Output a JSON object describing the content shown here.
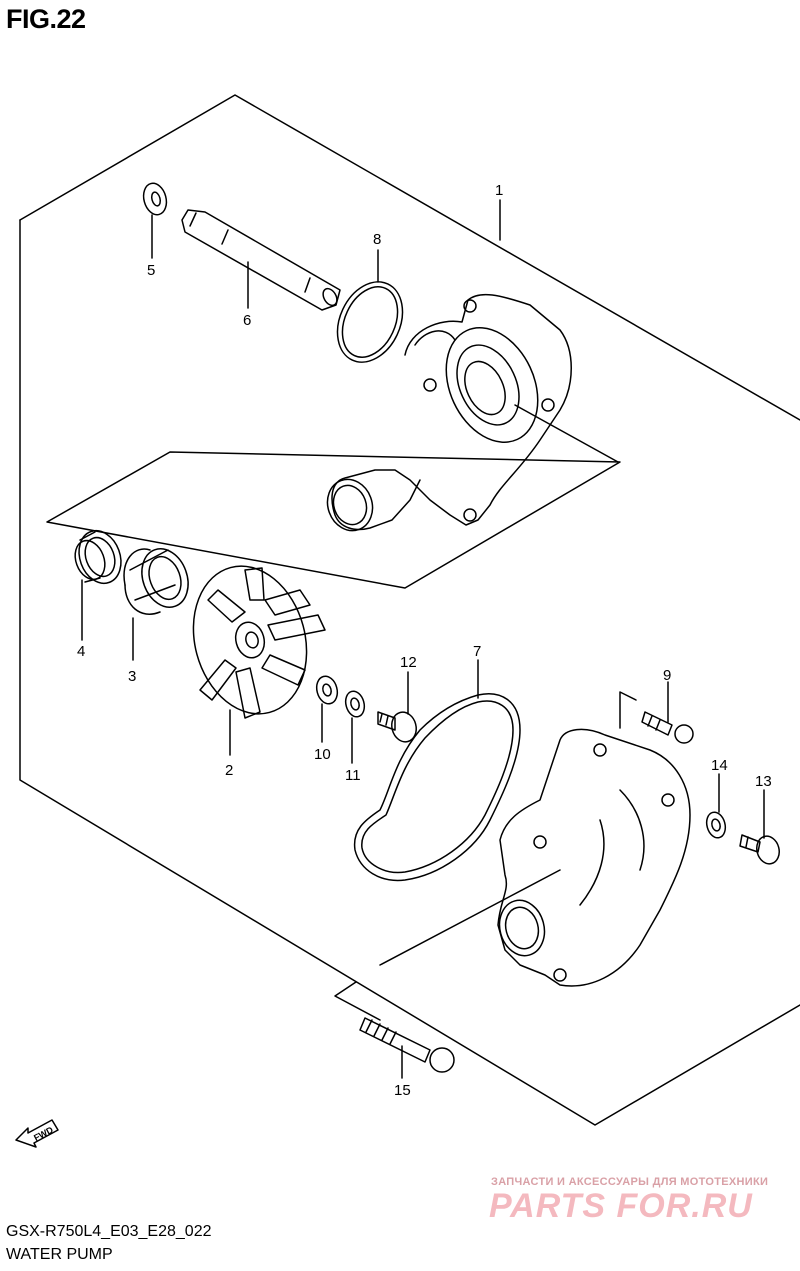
{
  "figure": {
    "title": "FIG.22",
    "model_code": "GSX-R750L4_E03_E28_022",
    "name": "WATER PUMP"
  },
  "callouts": [
    "1",
    "2",
    "3",
    "4",
    "5",
    "6",
    "7",
    "8",
    "9",
    "10",
    "11",
    "12",
    "13",
    "14",
    "15"
  ],
  "fwd_label": "FWD",
  "watermark": {
    "tagline": "ЗАПЧАСТИ И АКСЕССУАРЫ ДЛЯ МОТОТЕХНИКИ",
    "logo": "PARTS FOR.RU"
  }
}
